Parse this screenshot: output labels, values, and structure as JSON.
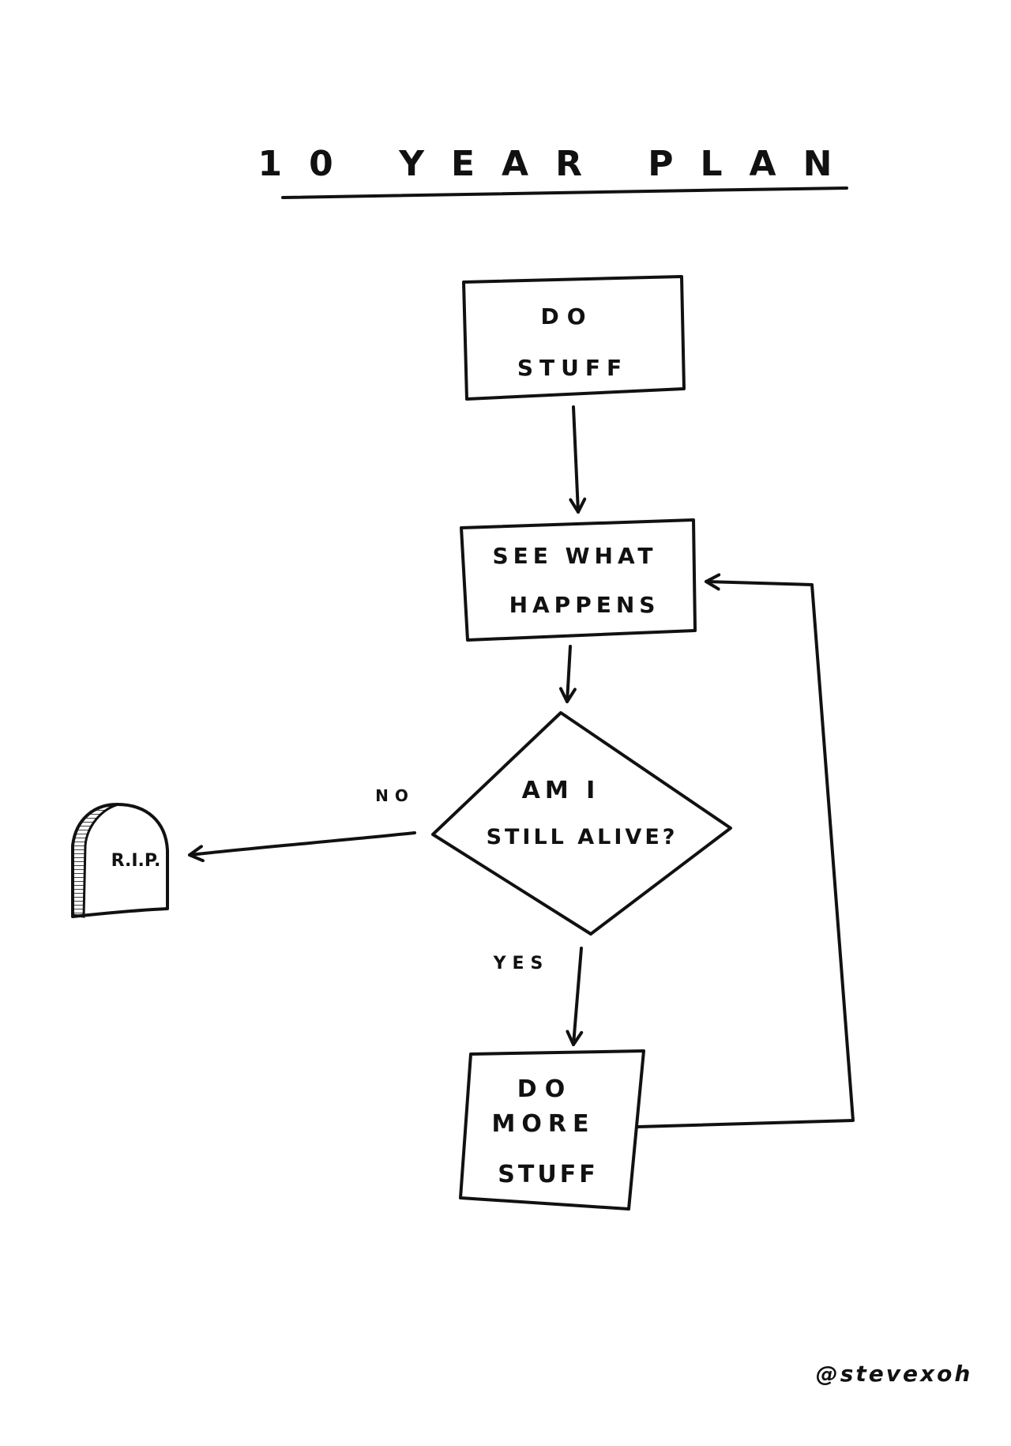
{
  "title": "10 YEAR PLAN",
  "nodes": {
    "do_stuff": {
      "line1": "DO",
      "line2": "STUFF"
    },
    "see_what_happens": {
      "line1": "SEE WHAT",
      "line2": "HAPPENS"
    },
    "still_alive": {
      "line1": "AM I",
      "line2": "STILL ALIVE?"
    },
    "do_more_stuff": {
      "line1": "DO",
      "line2": "MORE",
      "line3": "STUFF"
    },
    "tombstone": {
      "label": "R.I.P."
    }
  },
  "edges": {
    "no_label": "NO",
    "yes_label": "YES"
  },
  "signature": "@stevexoh",
  "colors": {
    "ink": "#111111",
    "paper": "#ffffff"
  }
}
